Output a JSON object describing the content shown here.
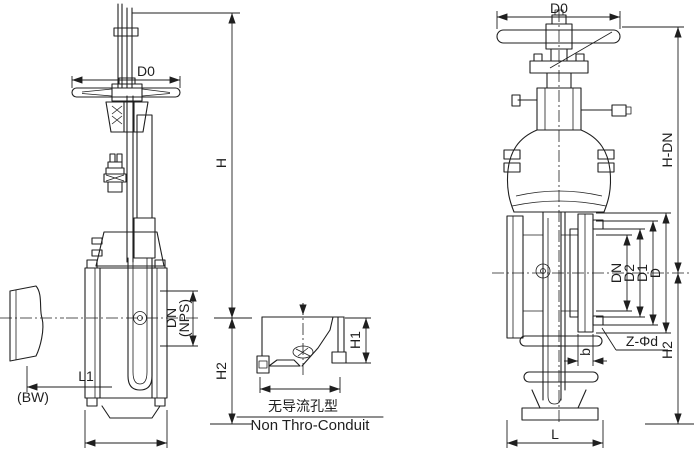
{
  "drawing": {
    "colors": {
      "line": "#1f1f1f",
      "background": "#ffffff"
    },
    "left_view": {
      "d0": "D0",
      "h": "H",
      "h2": "H2",
      "dn": "DN",
      "nps": "(NPS)"
    },
    "weld_end_detail": {
      "l1": "L1",
      "bw": "(BW)"
    },
    "non_conduit_detail": {
      "h1": "H1",
      "caption_zh": "无导流孔型",
      "caption_en": "Non Thro-Conduit"
    },
    "right_view": {
      "d0": "D0",
      "h_dn": "H-DN",
      "dn": "DN",
      "d2": "D2",
      "d1": "D1",
      "d": "D",
      "z_phi_d": "Z-Φd",
      "b": "b",
      "h2": "H2",
      "l": "L"
    }
  }
}
